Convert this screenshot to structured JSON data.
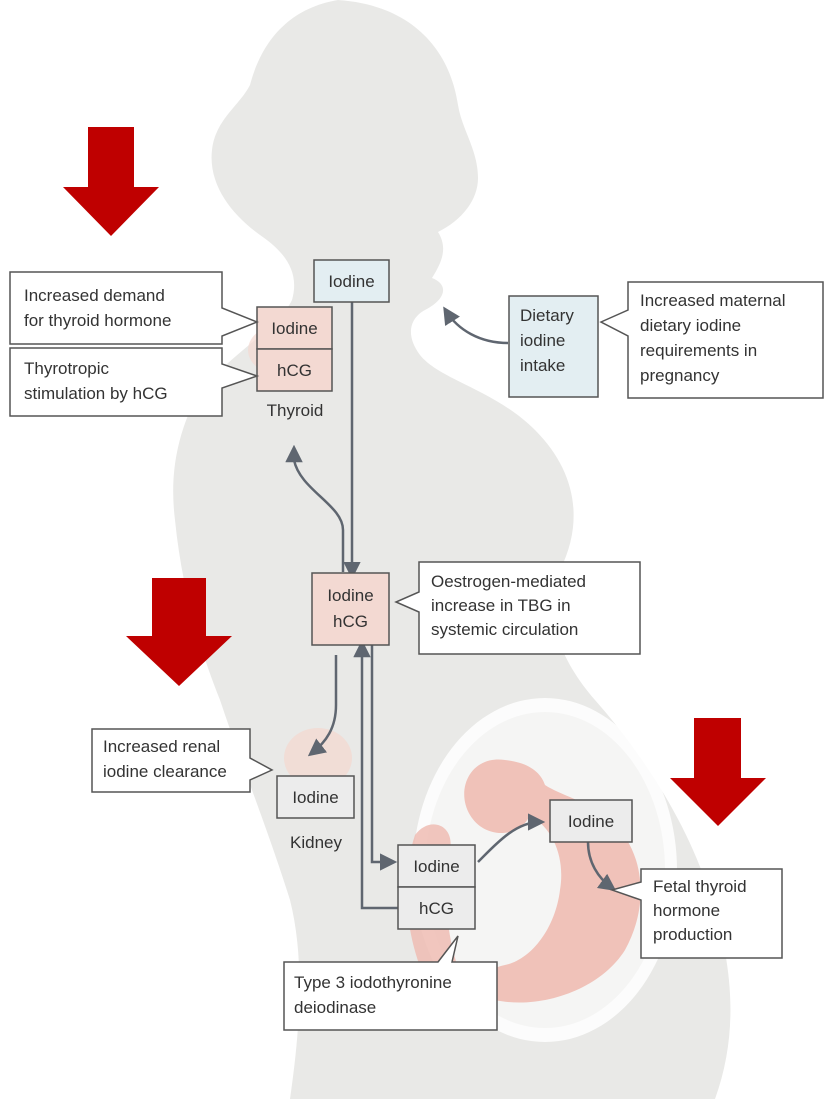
{
  "callouts": {
    "thyroid_demand": [
      "Increased demand",
      "for thyroid hormone"
    ],
    "thyrotropic": [
      "Thyrotropic",
      "stimulation by hCG"
    ],
    "dietary_requirements": [
      "Increased maternal",
      "dietary iodine",
      "requirements in",
      "pregnancy"
    ],
    "oestrogen": [
      "Oestrogen-mediated",
      "increase in TBG in",
      "systemic circulation"
    ],
    "renal": [
      "Increased renal",
      "iodine clearance"
    ],
    "fetal": [
      "Fetal thyroid",
      "hormone",
      "production"
    ],
    "deiodinase": [
      "Type 3 iodothyronine",
      "deiodinase"
    ]
  },
  "boxes": {
    "top_iodine": "Iodine",
    "thyroid_iodine": "Iodine",
    "thyroid_hcg": "hCG",
    "dietary": [
      "Dietary",
      "iodine",
      "intake"
    ],
    "circulation": [
      "Iodine",
      "hCG"
    ],
    "kidney_iodine": "Iodine",
    "placenta_iodine": "Iodine",
    "placenta_hcg": "hCG",
    "fetal_iodine": "Iodine"
  },
  "labels": {
    "thyroid": "Thyroid",
    "kidney": "Kidney"
  },
  "colors": {
    "silhouette": "#e9e9e7",
    "pink_box": "#f3d9d2",
    "blue_box": "#e3eef2",
    "grey_box": "#ececec",
    "fetus": "#efbcb3",
    "arrow_grey": "#5f6670",
    "red_arrow": "#bf0000",
    "border": "#555555"
  }
}
